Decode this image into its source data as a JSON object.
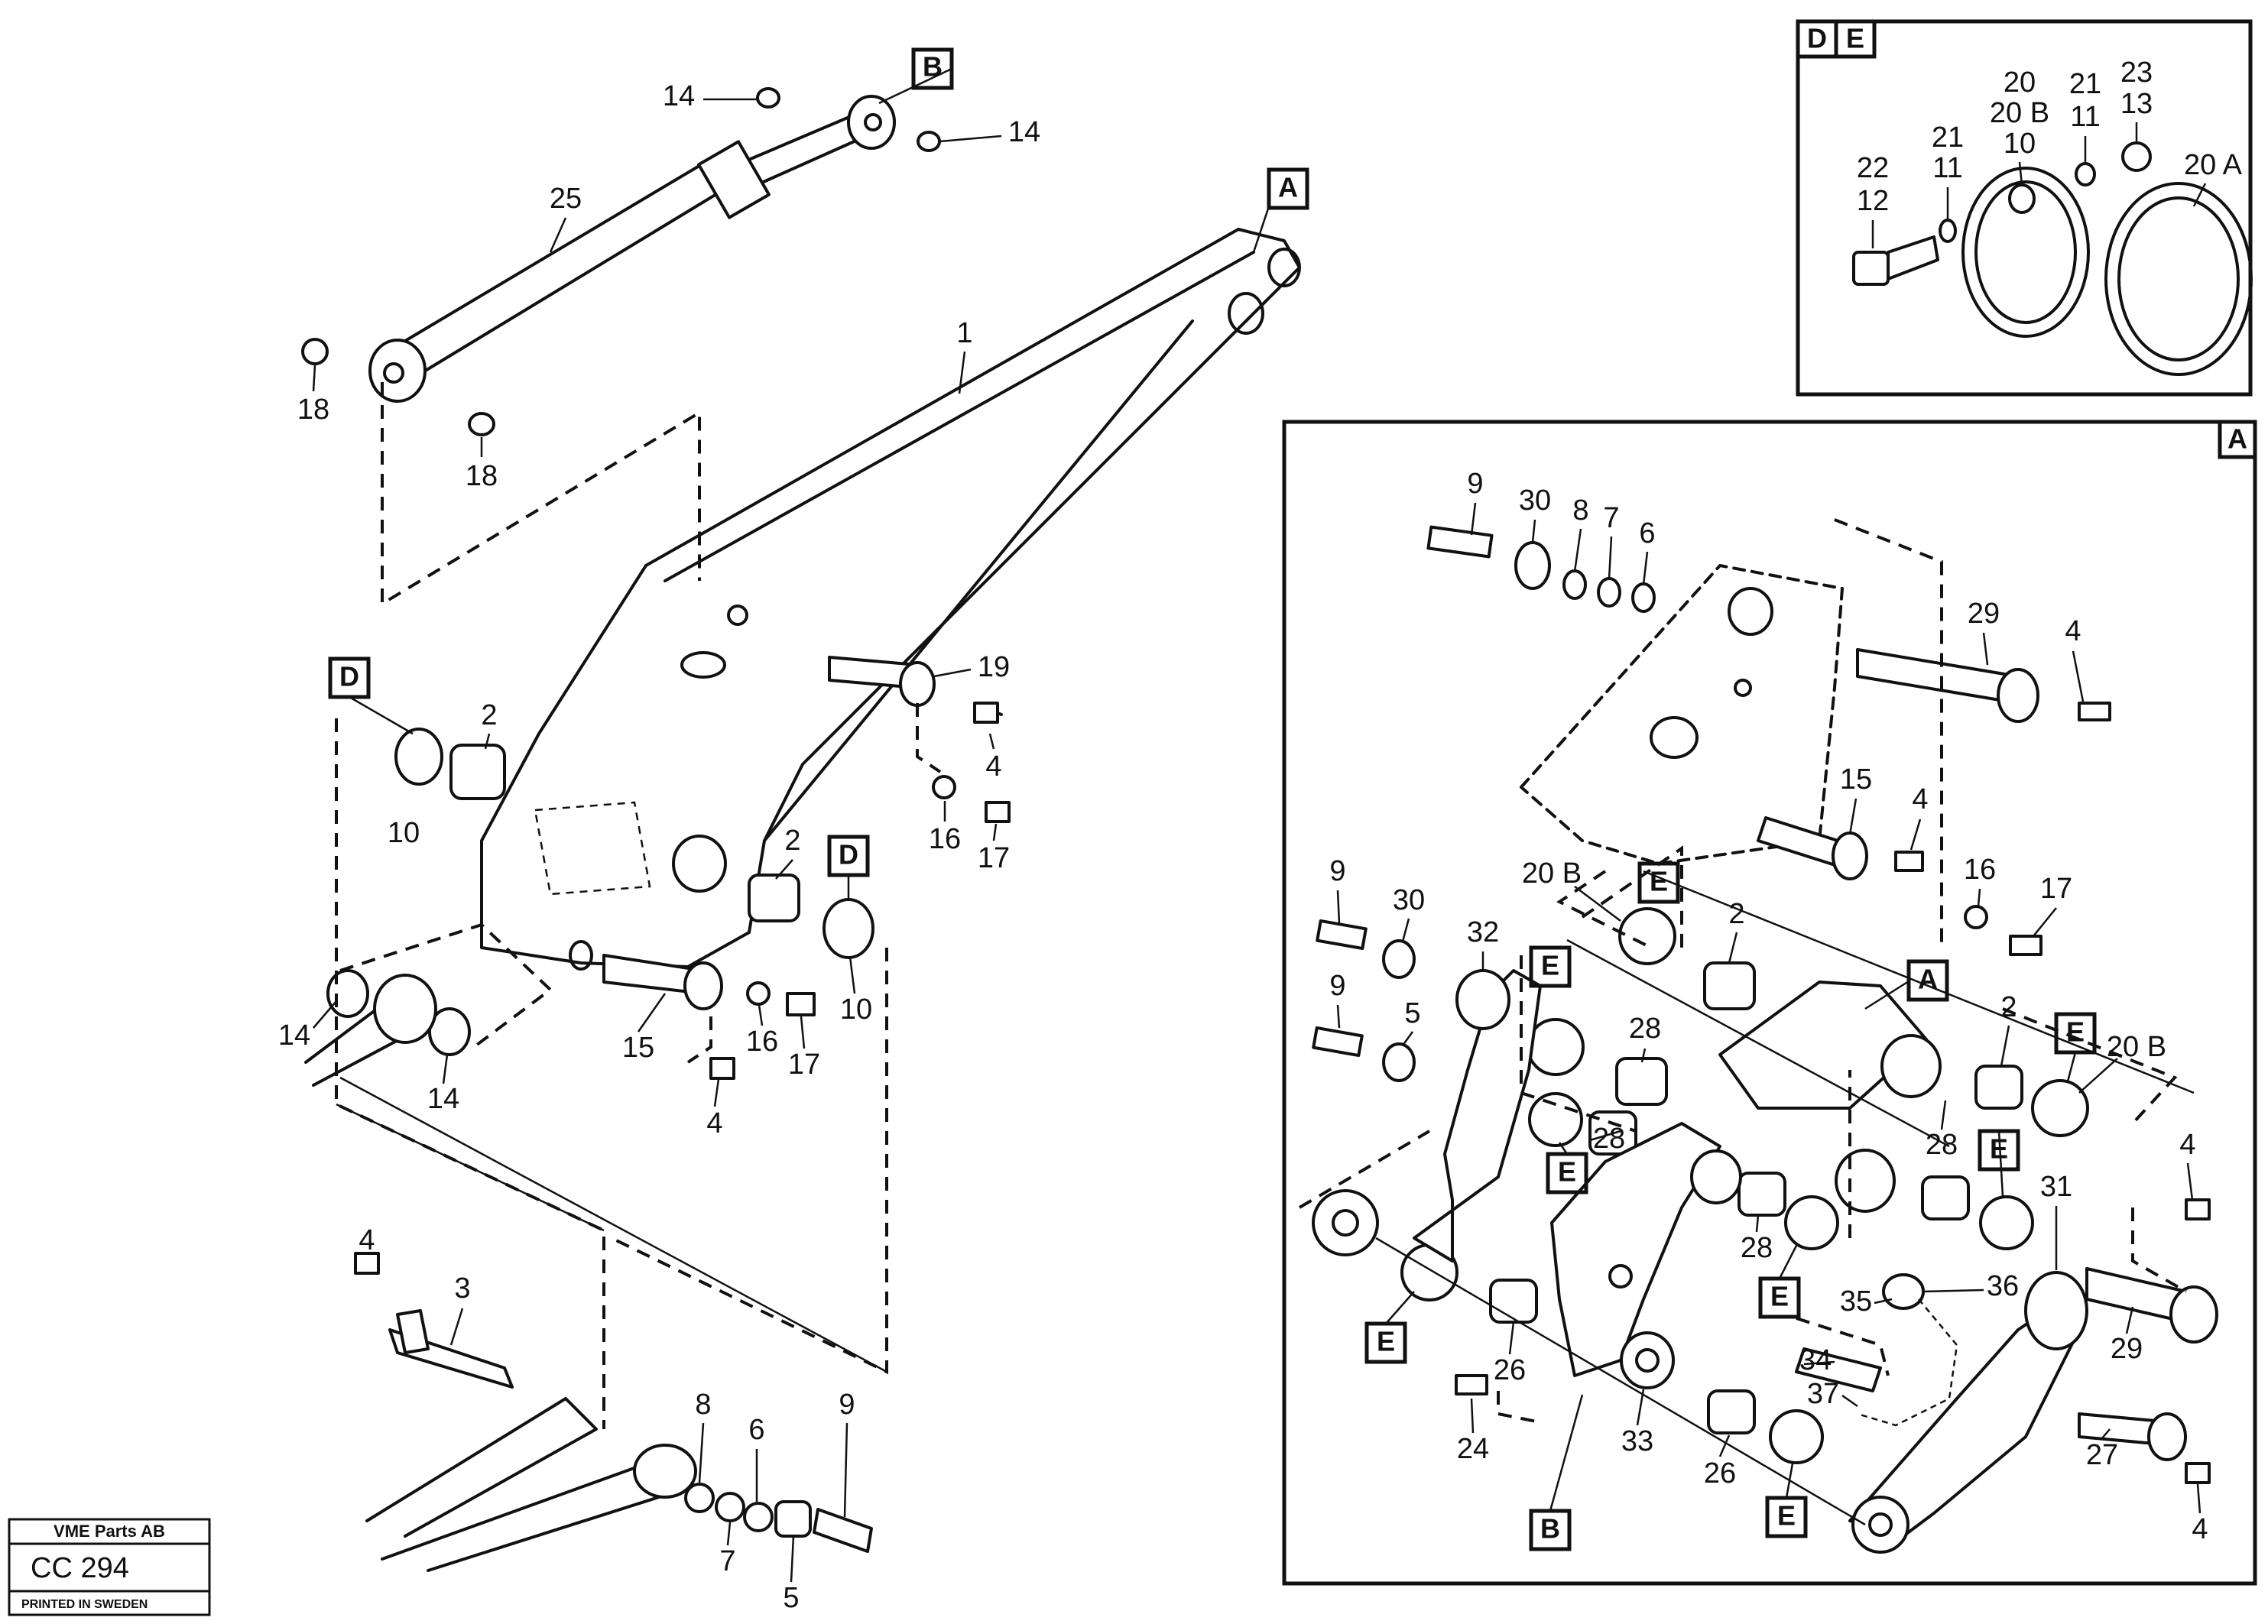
{
  "part_numbers": [
    "1",
    "2",
    "3",
    "4",
    "5",
    "6",
    "7",
    "8",
    "9",
    "10",
    "11",
    "12",
    "13",
    "14",
    "15",
    "16",
    "17",
    "18",
    "19",
    "20",
    "21",
    "22",
    "23",
    "24",
    "25",
    "26",
    "27",
    "28",
    "29",
    "30",
    "31",
    "32",
    "33",
    "34",
    "35",
    "36",
    "37"
  ],
  "detail_A_numbers": [
    "20 B",
    "20 A"
  ],
  "reference_letters": {
    "A": "A",
    "B": "B",
    "D": "D",
    "E": "E"
  },
  "detail_DE": {
    "d": "D",
    "e": "E"
  },
  "title_block": {
    "company": "VME Parts AB",
    "code": "CC 294",
    "printed": "PRINTED IN SWEDEN"
  }
}
